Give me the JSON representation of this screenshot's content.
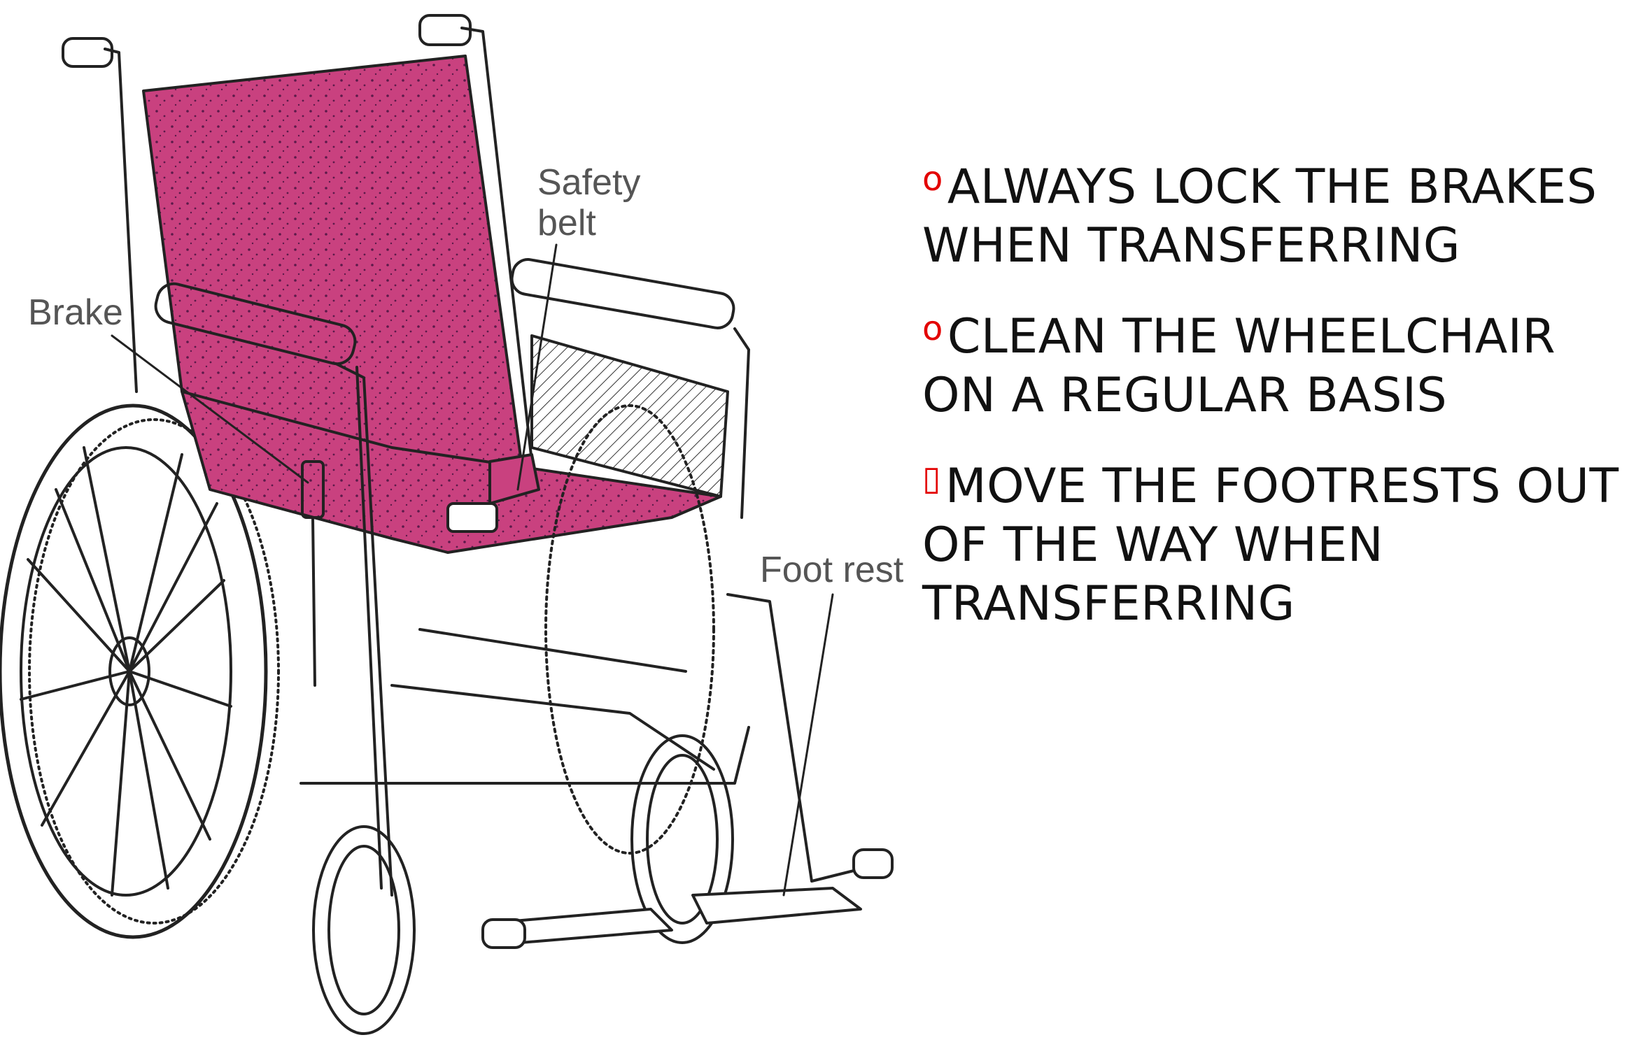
{
  "labels": {
    "brake": "Brake",
    "safety_belt_line1": "Safety",
    "safety_belt_line2": "belt",
    "foot_rest": "Foot rest"
  },
  "bullets": [
    {
      "marker": "o",
      "line1": "ALWAYS LOCK THE BRAKES",
      "line2": "WHEN TRANSFERRING",
      "line3": ""
    },
    {
      "marker": "o",
      "line1": "CLEAN THE WHEELCHAIR",
      "line2": "ON A REGULAR BASIS",
      "line3": ""
    },
    {
      "marker": "▯",
      "line1": "MOVE THE FOOTRESTS OUT",
      "line2": "OF THE WAY WHEN",
      "line3": "TRANSFERRING"
    }
  ],
  "colors": {
    "upholstery": "#c9417f",
    "upholstery_dots": "#5b1a4a",
    "bullet_marker": "#e30000",
    "text": "#111111"
  }
}
